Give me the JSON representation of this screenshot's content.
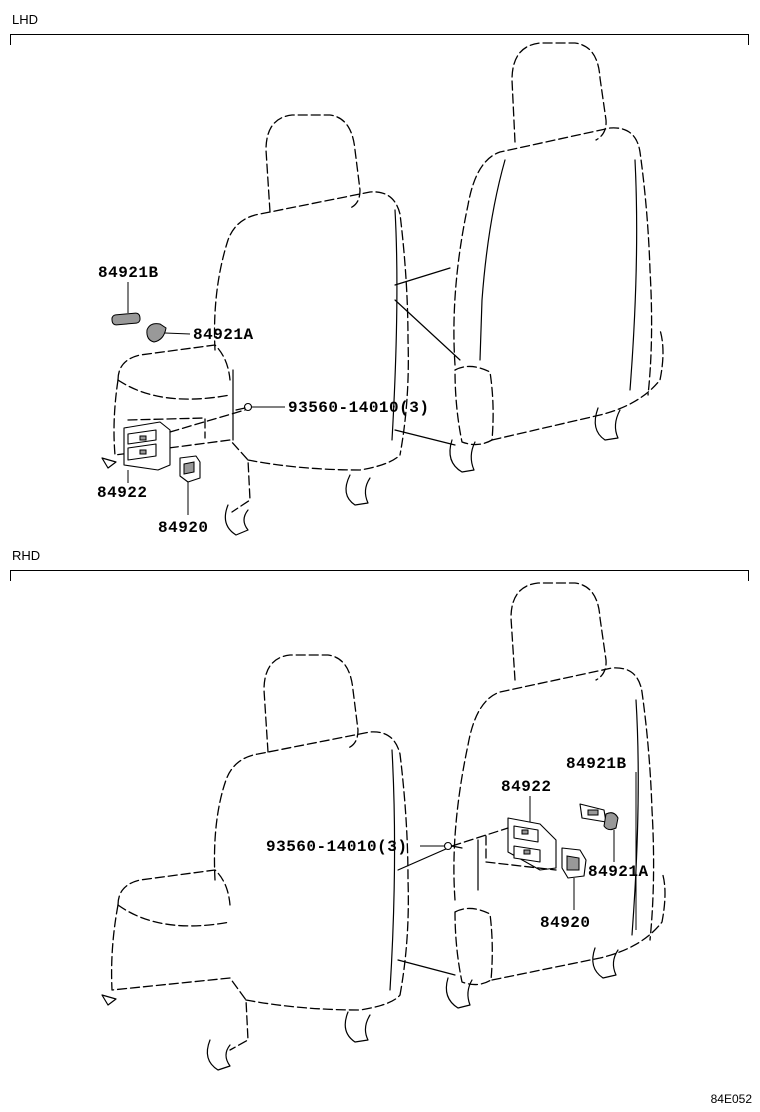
{
  "sections": [
    {
      "label": "LHD",
      "callouts": {
        "part_84921B": "84921B",
        "part_84921A": "84921A",
        "screw": "93560-14010(3)",
        "part_84922": "84922",
        "part_84920": "84920"
      }
    },
    {
      "label": "RHD",
      "callouts": {
        "part_84921B": "84921B",
        "part_84921A": "84921A",
        "screw": "93560-14010(3)",
        "part_84922": "84922",
        "part_84920": "84920"
      }
    }
  ],
  "diagram_code": "84E052"
}
